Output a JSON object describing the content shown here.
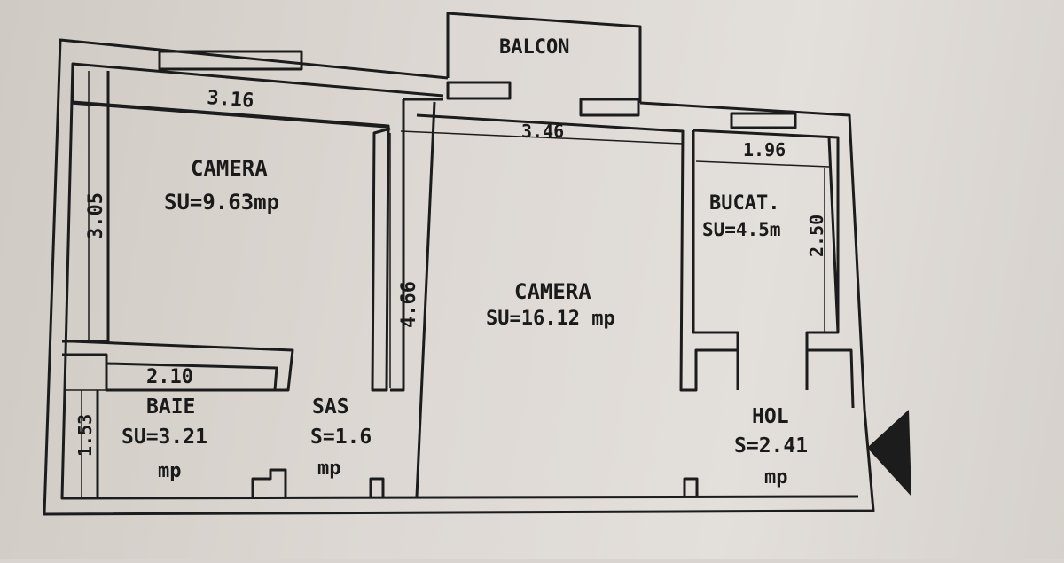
{
  "balcony": {
    "label": "BALCON"
  },
  "rooms": [
    {
      "id": "camera1",
      "name": "CAMERA",
      "area": "SU=9.63mp"
    },
    {
      "id": "camera2",
      "name": "CAMERA",
      "area": "SU=16.12 mp"
    },
    {
      "id": "bucatarie",
      "name": "BUCAT.",
      "area": "SU=4.5m"
    },
    {
      "id": "baie",
      "name": "BAIE",
      "area": "SU=3.21",
      "unit": "mp"
    },
    {
      "id": "sas",
      "name": "SAS",
      "area": "S=1.6",
      "unit": "mp"
    },
    {
      "id": "hol",
      "name": "HOL",
      "area": "S=2.41",
      "unit": "mp"
    }
  ],
  "dimensions": {
    "camera1_width": "3.16",
    "camera1_depth": "3.05",
    "camera2_width": "3.46",
    "camera2_depth": "4.66",
    "bucat_width": "1.96",
    "bucat_depth": "2.50",
    "baie_width": "2.10",
    "baie_depth": "1.53"
  }
}
